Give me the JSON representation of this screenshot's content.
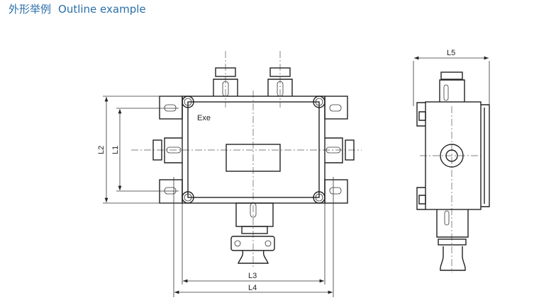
{
  "title": {
    "cn": "外形举例",
    "en": "Outline example"
  },
  "colors": {
    "title": "#2a6ea8",
    "line": "#222222"
  },
  "front_view": {
    "marking": "Exe",
    "dimensions": {
      "l1": "L1",
      "l2": "L2",
      "l3": "L3",
      "l4": "L4"
    }
  },
  "side_view": {
    "dimensions": {
      "l5": "L5"
    }
  }
}
